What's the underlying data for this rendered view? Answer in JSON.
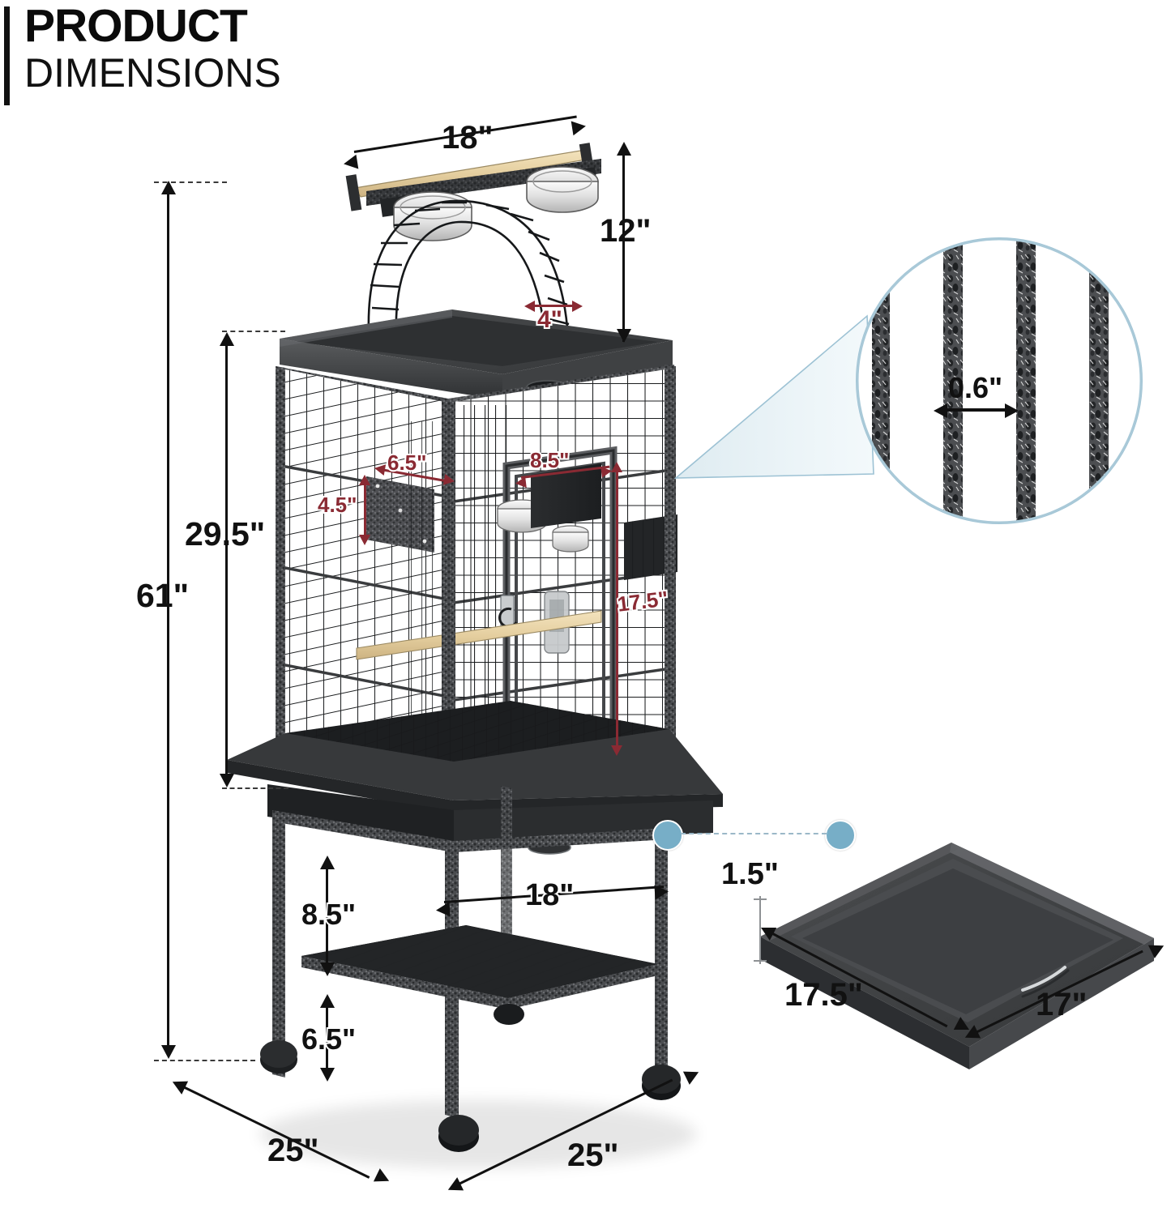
{
  "header": {
    "title_line1": "PRODUCT",
    "title_line2": "DIMENSIONS",
    "accent_bar_color": "#111111"
  },
  "colors": {
    "dimension_black": "#111111",
    "dimension_red": "#8a2a33",
    "callout_blue": "#77aec7",
    "callout_cone": "#e4eff3",
    "metal_dark": "#3a3a3a",
    "wood": "#e8d5a8",
    "background": "#ffffff"
  },
  "dimensions": {
    "playtop_perch_width": "18\"",
    "playtop_height": "12\"",
    "ladder_width": "4\"",
    "cage_height": "29.5\"",
    "total_height": "61\"",
    "feeder_door_width": "6.5\"",
    "feeder_door_height": "4.5\"",
    "main_door_width": "8.5\"",
    "main_door_height": "17.5\"",
    "stand_gap_height": "8.5\"",
    "caster_to_shelf": "6.5\"",
    "stand_width": "18\"",
    "base_depth": "25\"",
    "base_width": "25\"",
    "wire_spacing": "0.6\"",
    "tray_thickness": "1.5\"",
    "tray_depth": "17.5\"",
    "tray_width": "17\""
  },
  "callouts": {
    "wire_detail_label": "0.6\"",
    "tray_detail_present": true
  },
  "icons": {
    "arrow_up": "arrow-up-icon",
    "arrow_down": "arrow-down-icon",
    "arrow_left": "arrow-left-icon",
    "arrow_right": "arrow-right-icon",
    "magnifier_circle": "wire-detail-circle-icon",
    "callout_dot": "callout-dot-icon"
  }
}
